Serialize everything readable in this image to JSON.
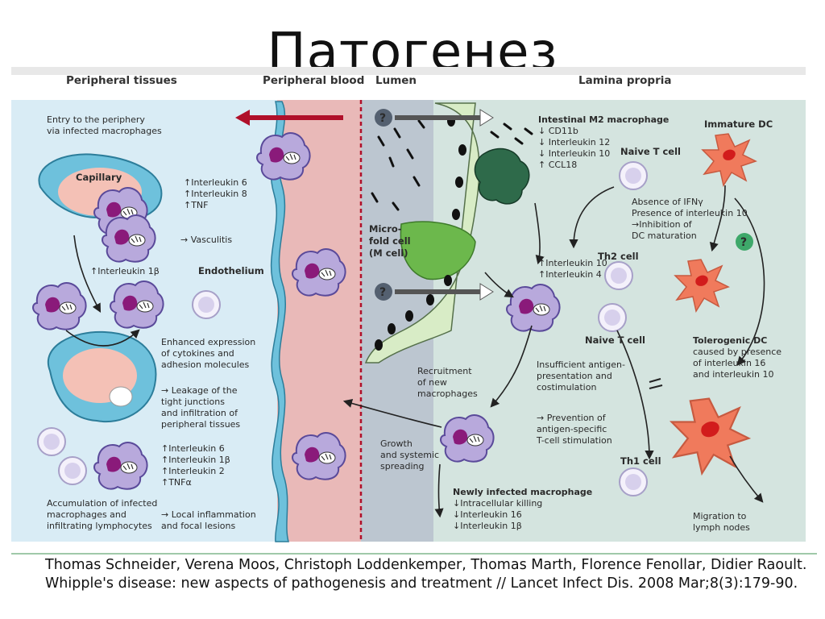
{
  "slide": {
    "title": "Патогенез"
  },
  "headers": {
    "peripheral_tissues": "Peripheral tissues",
    "peripheral_blood": "Peripheral blood",
    "lumen": "Lumen",
    "lamina_propria": "Lamina propria"
  },
  "labels": {
    "entry": [
      "Entry to the periphery",
      "via infected macrophages"
    ],
    "capillary": "Capillary",
    "il_set_1": [
      "↑Interleukin 6",
      "↑Interleukin 8",
      "↑TNF"
    ],
    "vasculitis": "→ Vasculitis",
    "il1b": "↑Interleukin 1β",
    "endothelium": "Endothelium",
    "enhanced": [
      "Enhanced expression",
      "of cytokines and",
      "adhesion molecules"
    ],
    "leakage": [
      "→ Leakage of the",
      "tight junctions",
      "and infiltration of",
      "peripheral tissues"
    ],
    "il_set_2": [
      "↑Interleukin 6",
      "↑Interleukin 1β",
      "↑Interleukin 2",
      "↑TNFα"
    ],
    "accumulation": [
      "Accumulation of infected",
      "macrophages and",
      "infiltrating lymphocytes"
    ],
    "local": [
      "→ Local inflammation",
      "and focal lesions"
    ],
    "mcell": [
      "Micro-",
      "fold cell",
      "(M cell)"
    ],
    "m2": [
      "Intestinal M2 macrophage",
      "↓ CD11b",
      "↓ Interleukin 12",
      "↓ Interleukin 10",
      "↑ CCL18"
    ],
    "naive_t_1": "Naive T cell",
    "immature_dc": "Immature DC",
    "absence": [
      "Absence of IFNγ",
      "Presence of interleukin 10",
      "→Inhibition of",
      "DC maturation"
    ],
    "il10_il4": [
      "↑Interleukin 10",
      "↑Interleukin 4"
    ],
    "th2": "Th2 cell",
    "naive_t_2": "Naive T cell",
    "tolerogenic": [
      "Tolerogenic DC",
      "caused by presence",
      "of interleukin 16",
      "and interleukin 10"
    ],
    "recruitment": [
      "Recruitment",
      "of new",
      "macrophages"
    ],
    "insufficient": [
      "Insufficient antigen-",
      "presentation and",
      "costimulation"
    ],
    "prevention": [
      "→ Prevention of",
      "antigen-specific",
      "T-cell stimulation"
    ],
    "growth": [
      "Growth",
      "and systemic",
      "spreading"
    ],
    "th1": "Th1 cell",
    "newly": [
      "Newly infected macrophage",
      "↓Intracellular killing",
      "↓Interleukin 16",
      "↓Interleukin 1β"
    ],
    "migration": [
      "Migration to",
      "lymph nodes"
    ],
    "question": "?"
  },
  "colors": {
    "tissue_bg": "#d9ecf5",
    "blood_bg": "#e9b9b8",
    "lumen_bg": "#bcc6d0",
    "lamina_bg": "#d4e4df",
    "macrophage": "#b8a9dc",
    "macrophage_outline": "#5a4a9a",
    "nucleus": "#8a1a7a",
    "dc": "#f07a5c",
    "epithelium": "#d8ecc6",
    "m_cell": "#6cb84c",
    "capillary": "#6ec1dc",
    "arrow_red": "#b0102a"
  },
  "citation": "Thomas Schneider, Verena Moos, Christoph Loddenkemper, Thomas Marth, Florence Fenollar, Didier Raoult. Whipple's disease: new aspects of pathogenesis and treatment // Lancet Infect Dis. 2008 Mar;8(3):179-90."
}
